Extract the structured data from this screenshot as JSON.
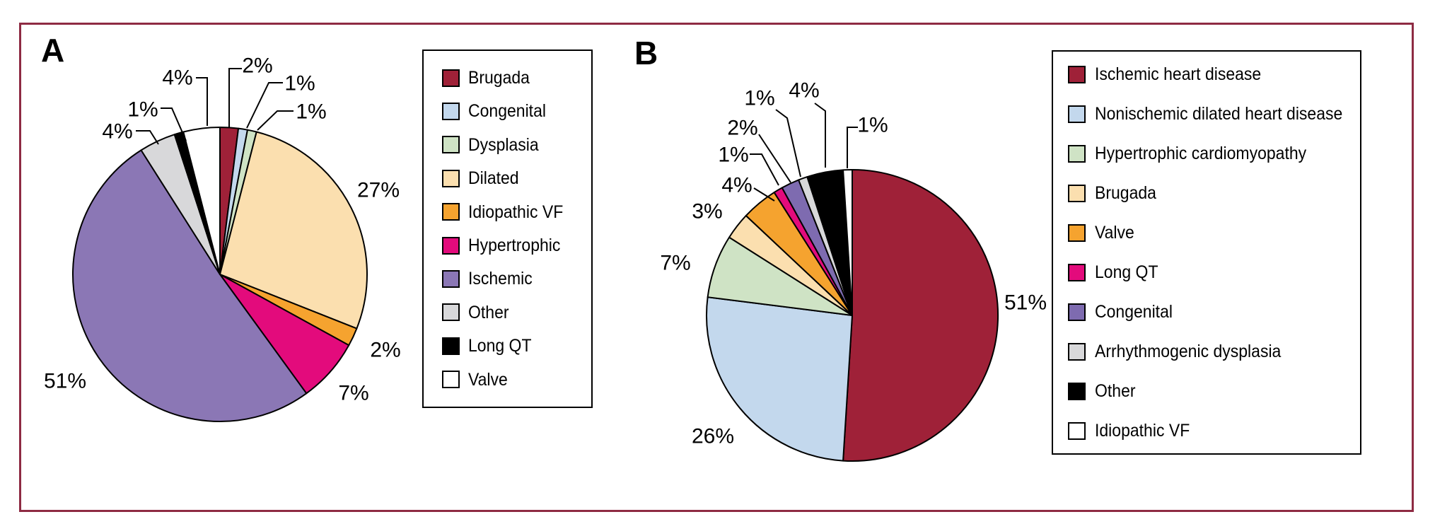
{
  "figure": {
    "border_color": "#8E2B43",
    "background_color": "#FFFFFF",
    "panel_a_letter": "A",
    "panel_b_letter": "B"
  },
  "chart_data": [
    {
      "type": "pie",
      "panel_label": "A",
      "units": "percent of patients",
      "start_angle_deg": 0,
      "direction": "clockwise",
      "legend_position": "right",
      "slices": [
        {
          "label": "Brugada",
          "value_pct": 2,
          "color": "#9F2138",
          "data_label": "2%"
        },
        {
          "label": "Congenital",
          "value_pct": 1,
          "color": "#C3D8ED",
          "data_label": "1%"
        },
        {
          "label": "Dysplasia",
          "value_pct": 1,
          "color": "#CFE3C5",
          "data_label": "1%"
        },
        {
          "label": "Dilated",
          "value_pct": 27,
          "color": "#FBDFAF",
          "data_label": "27%"
        },
        {
          "label": "Idiopathic VF",
          "value_pct": 2,
          "color": "#F5A32F",
          "data_label": "2%"
        },
        {
          "label": "Hypertrophic",
          "value_pct": 7,
          "color": "#E30B7C",
          "data_label": "7%"
        },
        {
          "label": "Ischemic",
          "value_pct": 51,
          "color": "#8B77B5",
          "data_label": "51%"
        },
        {
          "label": "Other",
          "value_pct": 4,
          "color": "#D8D8DA",
          "data_label": "4%"
        },
        {
          "label": "Long QT",
          "value_pct": 1,
          "color": "#000000",
          "data_label": "1%"
        },
        {
          "label": "Valve",
          "value_pct": 4,
          "color": "#FFFFFF",
          "data_label": "4%"
        }
      ]
    },
    {
      "type": "pie",
      "panel_label": "B",
      "units": "percent of patients",
      "start_angle_deg": 0,
      "direction": "clockwise",
      "legend_position": "right",
      "slices": [
        {
          "label": "Ischemic heart disease",
          "value_pct": 51,
          "color": "#9F2138",
          "data_label": "51%"
        },
        {
          "label": "Nonischemic dilated heart disease",
          "value_pct": 26,
          "color": "#C3D8ED",
          "data_label": "26%"
        },
        {
          "label": "Hypertrophic cardiomyopathy",
          "value_pct": 7,
          "color": "#CFE3C5",
          "data_label": "7%"
        },
        {
          "label": "Brugada",
          "value_pct": 3,
          "color": "#FBDFAF",
          "data_label": "3%"
        },
        {
          "label": "Valve",
          "value_pct": 4,
          "color": "#F5A32F",
          "data_label": "4%"
        },
        {
          "label": "Long QT",
          "value_pct": 1,
          "color": "#E30B7C",
          "data_label": "1%"
        },
        {
          "label": "Congenital",
          "value_pct": 2,
          "color": "#7E6BB0",
          "data_label": "2%"
        },
        {
          "label": "Arrhythmogenic dysplasia",
          "value_pct": 1,
          "color": "#D8D8DA",
          "data_label": "1%"
        },
        {
          "label": "Other",
          "value_pct": 4,
          "color": "#000000",
          "data_label": "4%"
        },
        {
          "label": "Idiopathic VF",
          "value_pct": 1,
          "color": "#FFFFFF",
          "data_label": "1%"
        }
      ]
    }
  ]
}
